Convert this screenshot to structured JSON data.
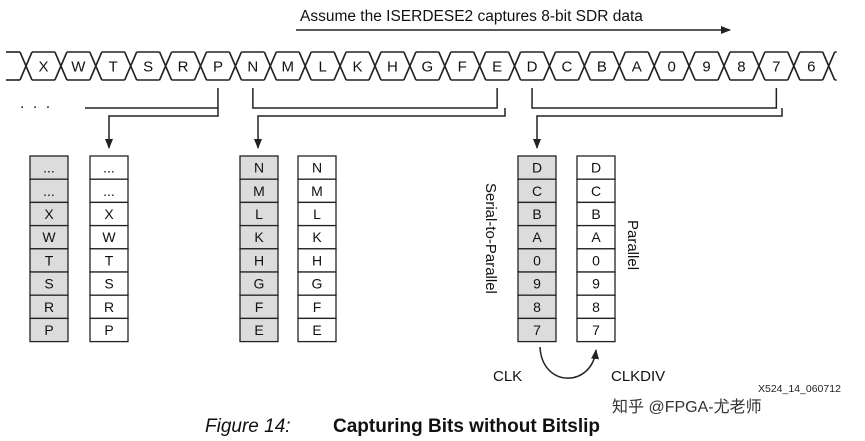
{
  "header": {
    "arrow_label": "Assume the ISERDESE2 captures 8-bit SDR data"
  },
  "stream": {
    "leading_ellipsis": ". . .",
    "bits": [
      "X",
      "W",
      "T",
      "S",
      "R",
      "P",
      "N",
      "M",
      "L",
      "K",
      "H",
      "G",
      "F",
      "E",
      "D",
      "C",
      "B",
      "A",
      "0",
      "9",
      "8",
      "7",
      "6"
    ]
  },
  "groups": [
    {
      "serial": [
        "...",
        "...",
        "X",
        "W",
        "T",
        "S",
        "R",
        "P"
      ],
      "parallel": [
        "...",
        "...",
        "X",
        "W",
        "T",
        "S",
        "R",
        "P"
      ]
    },
    {
      "serial": [
        "N",
        "M",
        "L",
        "K",
        "H",
        "G",
        "F",
        "E"
      ],
      "parallel": [
        "N",
        "M",
        "L",
        "K",
        "H",
        "G",
        "F",
        "E"
      ]
    },
    {
      "serial": [
        "D",
        "C",
        "B",
        "A",
        "0",
        "9",
        "8",
        "7"
      ],
      "parallel": [
        "D",
        "C",
        "B",
        "A",
        "0",
        "9",
        "8",
        "7"
      ]
    }
  ],
  "labels": {
    "serial_to_parallel": "Serial-to-Parallel",
    "parallel": "Parallel",
    "clk": "CLK",
    "clkdiv": "CLKDIV",
    "figure_id": "X524_14_060712",
    "watermark": "知乎 @FPGA-尤老师"
  },
  "caption": {
    "number": "Figure 14:",
    "title": "Capturing Bits without Bitslip"
  },
  "colors": {
    "stroke": "#222222",
    "serial_fill": "#dcdcdc",
    "parallel_fill": "#ffffff",
    "watermark": "#333333"
  }
}
